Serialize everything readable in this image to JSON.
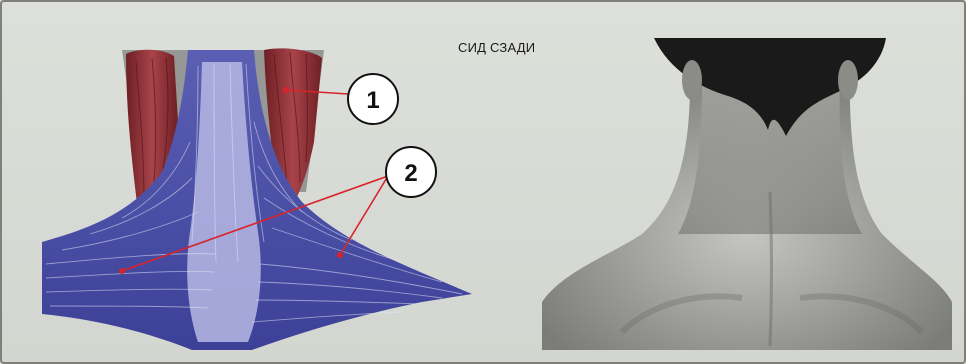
{
  "figure": {
    "caption": "СИД СЗАДИ",
    "callouts": [
      {
        "label": "1",
        "target": "neck-side-muscle"
      },
      {
        "label": "2",
        "target": "trapezius-muscle"
      }
    ],
    "colors": {
      "trapezius": "#4a4fa6",
      "trapezius_light": "#b7b9e4",
      "side_muscle": "#8a2f33",
      "pointer": "#d8232a",
      "skin": "#9a9b98",
      "hair": "#1a1a1a"
    }
  }
}
